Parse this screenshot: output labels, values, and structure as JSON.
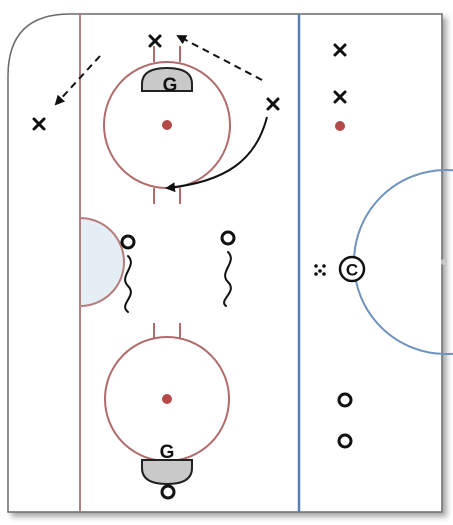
{
  "diagram": {
    "goalie_top_label": "G",
    "goalie_bottom_label": "G",
    "coach_label": "C",
    "offense_marker": "X",
    "defense_marker": "O",
    "colors": {
      "boards": "#555555",
      "goal_line": "#b57d7d",
      "faceoff_circle": "#b06b6b",
      "blue_line": "#5b7fb5",
      "center_circle": "#6f92be",
      "crease_fill": "#c9c9c9",
      "referee_crease_fill": "#e6eef5",
      "dot": "#b34a4a",
      "player": "#111111"
    }
  }
}
